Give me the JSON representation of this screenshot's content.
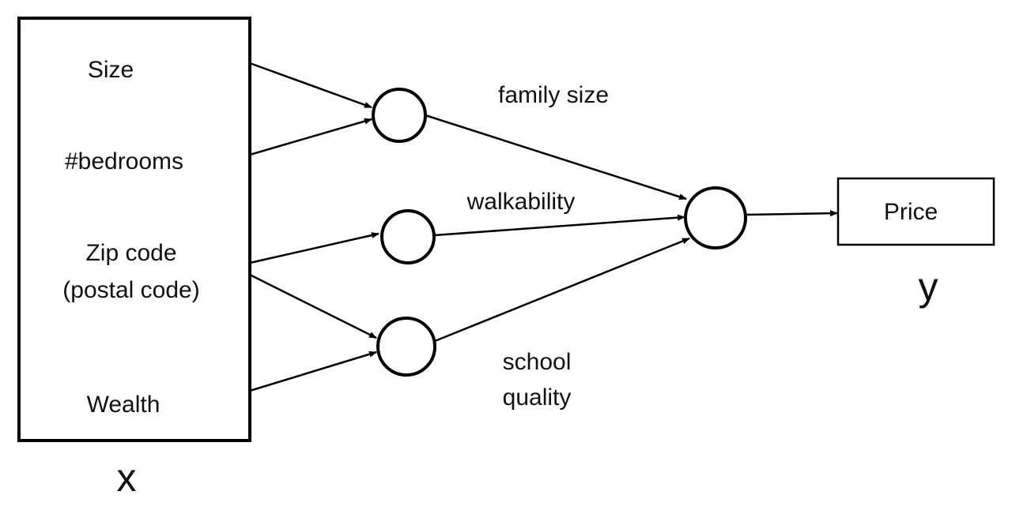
{
  "diagram": {
    "inputs": [
      "Size",
      "#bedrooms",
      "Zip code",
      "(postal code)",
      "Wealth"
    ],
    "hidden_features": {
      "family_size": "family size",
      "walkability": "walkability",
      "school_quality_line1": "school",
      "school_quality_line2": "quality"
    },
    "output_label": "Price",
    "x_label": "x",
    "y_label": "y",
    "colors": {
      "stroke": "#000000",
      "text": "#111111",
      "background": "#ffffff"
    }
  }
}
